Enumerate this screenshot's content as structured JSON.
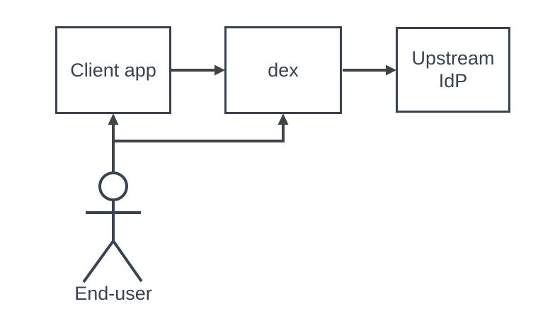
{
  "diagram": {
    "title": "dex authentication flow diagram",
    "colors": {
      "canvas_bg": "#ffffff",
      "node_stroke": "#3a4450",
      "connector": "#404449",
      "text_color": "#3a4450"
    },
    "nodes": [
      {
        "id": "client-app",
        "label": "Client app"
      },
      {
        "id": "dex",
        "label": "dex"
      },
      {
        "id": "upstream-idp",
        "label": "Upstream IdP",
        "lines": [
          "Upstream",
          "IdP"
        ]
      }
    ],
    "actor": {
      "id": "end-user",
      "label": "End-user"
    },
    "edges": [
      {
        "from": "Client app",
        "to": "dex"
      },
      {
        "from": "dex",
        "to": "Upstream IdP"
      },
      {
        "from": "End-user",
        "to": "Client app"
      },
      {
        "from": "End-user",
        "to": "dex"
      }
    ]
  }
}
